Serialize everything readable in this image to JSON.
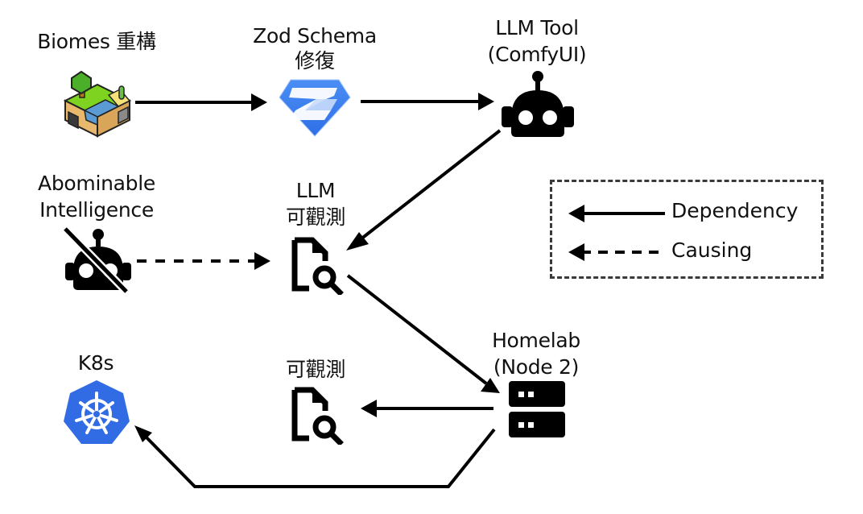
{
  "diagram": {
    "nodes": {
      "biomes": {
        "label": "Biomes 重構",
        "icon": "minecraft-block-icon"
      },
      "zod": {
        "label_line1": "Zod Schema",
        "label_line2": "修復",
        "icon": "zod-logo-icon"
      },
      "llm_tool": {
        "label_line1": "LLM Tool",
        "label_line2": "(ComfyUI)",
        "icon": "robot-icon"
      },
      "abominable": {
        "label_line1": "Abominable",
        "label_line2": "Intelligence",
        "icon": "robot-off-icon"
      },
      "llm_obs": {
        "label_line1": "LLM",
        "label_line2": "可觀測",
        "icon": "file-search-icon"
      },
      "homelab": {
        "label_line1": "Homelab",
        "label_line2": "(Node 2)",
        "icon": "server-icon"
      },
      "obs": {
        "label": "可觀測",
        "icon": "file-search-icon"
      },
      "k8s": {
        "label": "K8s",
        "icon": "kubernetes-icon"
      }
    },
    "edges": [
      {
        "from": "biomes",
        "to": "zod",
        "style": "solid"
      },
      {
        "from": "zod",
        "to": "llm_tool",
        "style": "solid"
      },
      {
        "from": "llm_tool",
        "to": "llm_obs",
        "style": "solid"
      },
      {
        "from": "abominable",
        "to": "llm_obs",
        "style": "dashed"
      },
      {
        "from": "llm_obs",
        "to": "homelab",
        "style": "solid"
      },
      {
        "from": "homelab",
        "to": "obs",
        "style": "solid"
      },
      {
        "from": "homelab",
        "to": "k8s",
        "style": "solid"
      }
    ],
    "legend": {
      "dependency": "Dependency",
      "causing": "Causing"
    },
    "colors": {
      "zod_blue": "#3b82f6",
      "k8s_blue": "#326ce5",
      "line": "#000000",
      "legend_border": "#3a3a3a"
    }
  }
}
